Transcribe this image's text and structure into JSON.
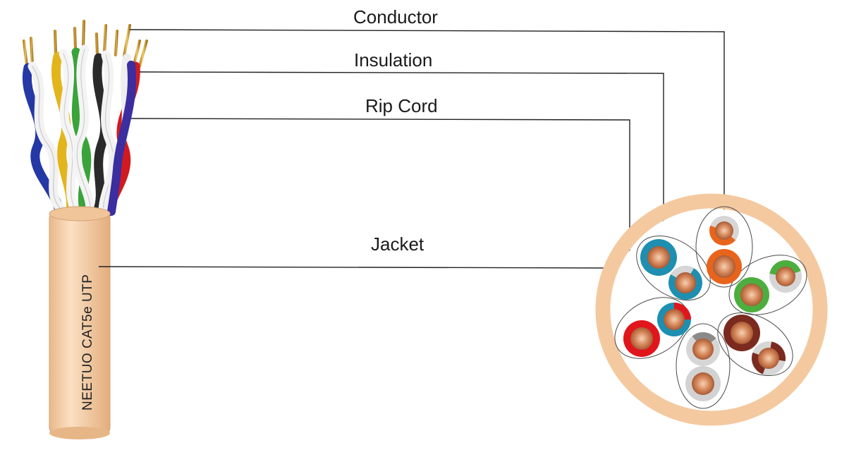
{
  "labels": {
    "conductor": "Conductor",
    "insulation": "Insulation",
    "rip_cord": "Rip Cord",
    "jacket": "Jacket"
  },
  "cable_print": "NEETUO CAT5e UTP",
  "colors": {
    "jacket": "#f4c9a0",
    "copper": "#c8744a",
    "blue": "#1e8fb0",
    "orange": "#e8641c",
    "green": "#4cae3e",
    "brown": "#7a2a1e",
    "red": "#e0161c",
    "gray": "#8a8a8a",
    "white_stripe": "#d0d0d0"
  },
  "pairs": [
    {
      "name": "orange",
      "solid": "orange"
    },
    {
      "name": "green",
      "solid": "green"
    },
    {
      "name": "brown",
      "solid": "brown"
    },
    {
      "name": "gray",
      "solid": "gray"
    },
    {
      "name": "red",
      "solid": "red"
    },
    {
      "name": "blue",
      "solid": "blue"
    }
  ]
}
